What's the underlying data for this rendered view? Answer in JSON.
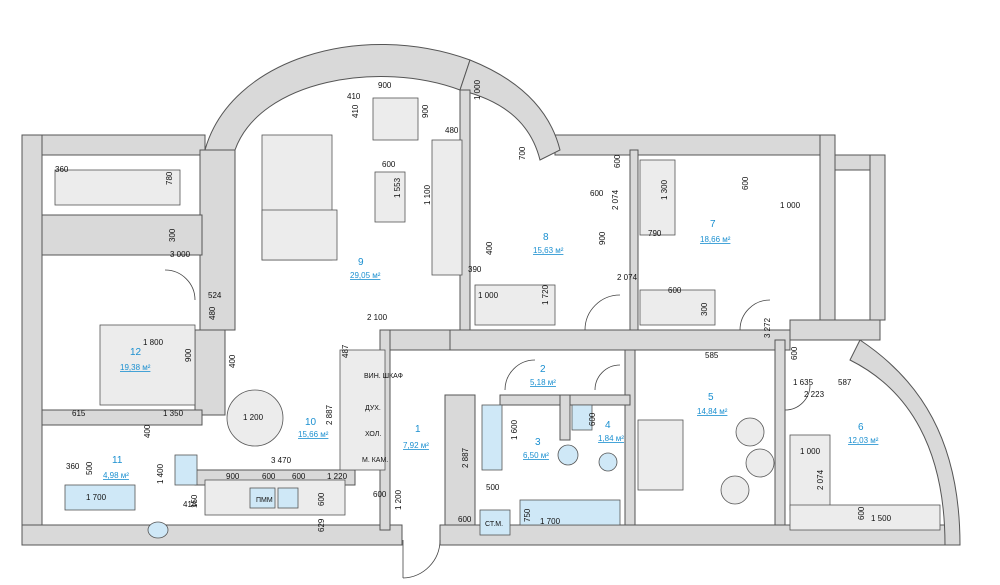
{
  "rooms": [
    {
      "num": "1",
      "area": "7,92 м²"
    },
    {
      "num": "2",
      "area": "5,18 м²"
    },
    {
      "num": "3",
      "area": "6,50 м²"
    },
    {
      "num": "4",
      "area": "1,84 м²"
    },
    {
      "num": "5",
      "area": "14,84 м²"
    },
    {
      "num": "6",
      "area": "12,03 м²"
    },
    {
      "num": "7",
      "area": "18,66 м²"
    },
    {
      "num": "8",
      "area": "15,63 м²"
    },
    {
      "num": "9",
      "area": "29,05 м²"
    },
    {
      "num": "10",
      "area": "15,66 м²"
    },
    {
      "num": "11",
      "area": "4,98 м²"
    },
    {
      "num": "12",
      "area": "19,38 м²"
    }
  ],
  "dimensions": [
    "900",
    "410",
    "410",
    "900",
    "480",
    "1 000",
    "700",
    "600",
    "360",
    "780",
    "300",
    "3 000",
    "1 100",
    "600",
    "1 553",
    "600",
    "2 074",
    "1 300",
    "600",
    "1 000",
    "790",
    "900",
    "400",
    "390",
    "2 074",
    "1 000",
    "1 720",
    "600",
    "300",
    "3 272",
    "585",
    "524",
    "480",
    "2 100",
    "1 800",
    "900",
    "400",
    "487",
    "2 887",
    "615",
    "1 350",
    "1 200",
    "400",
    "3 470",
    "360",
    "500",
    "1 400",
    "1 700",
    "900",
    "600",
    "600",
    "1 220",
    "418",
    "150",
    "600",
    "629",
    "600",
    "1 200",
    "2 887",
    "1 600",
    "500",
    "600",
    "750",
    "1 700",
    "600",
    "1 635",
    "587",
    "2 223",
    "1 000",
    "2 074",
    "600",
    "1 500",
    "600"
  ],
  "labels": {
    "wine": "ВИН. ШКАФ",
    "oven": "ДУХ.",
    "fridge": "ХОЛ.",
    "pantry": "М. КАМ.",
    "dishwasher": "ПММ",
    "washer": "СТ.М."
  },
  "colors": {
    "wall": "#d9d9d9",
    "furniture": "#ececec",
    "plumbing": "#cfe8f7",
    "room_label": "#1a8fd0"
  }
}
